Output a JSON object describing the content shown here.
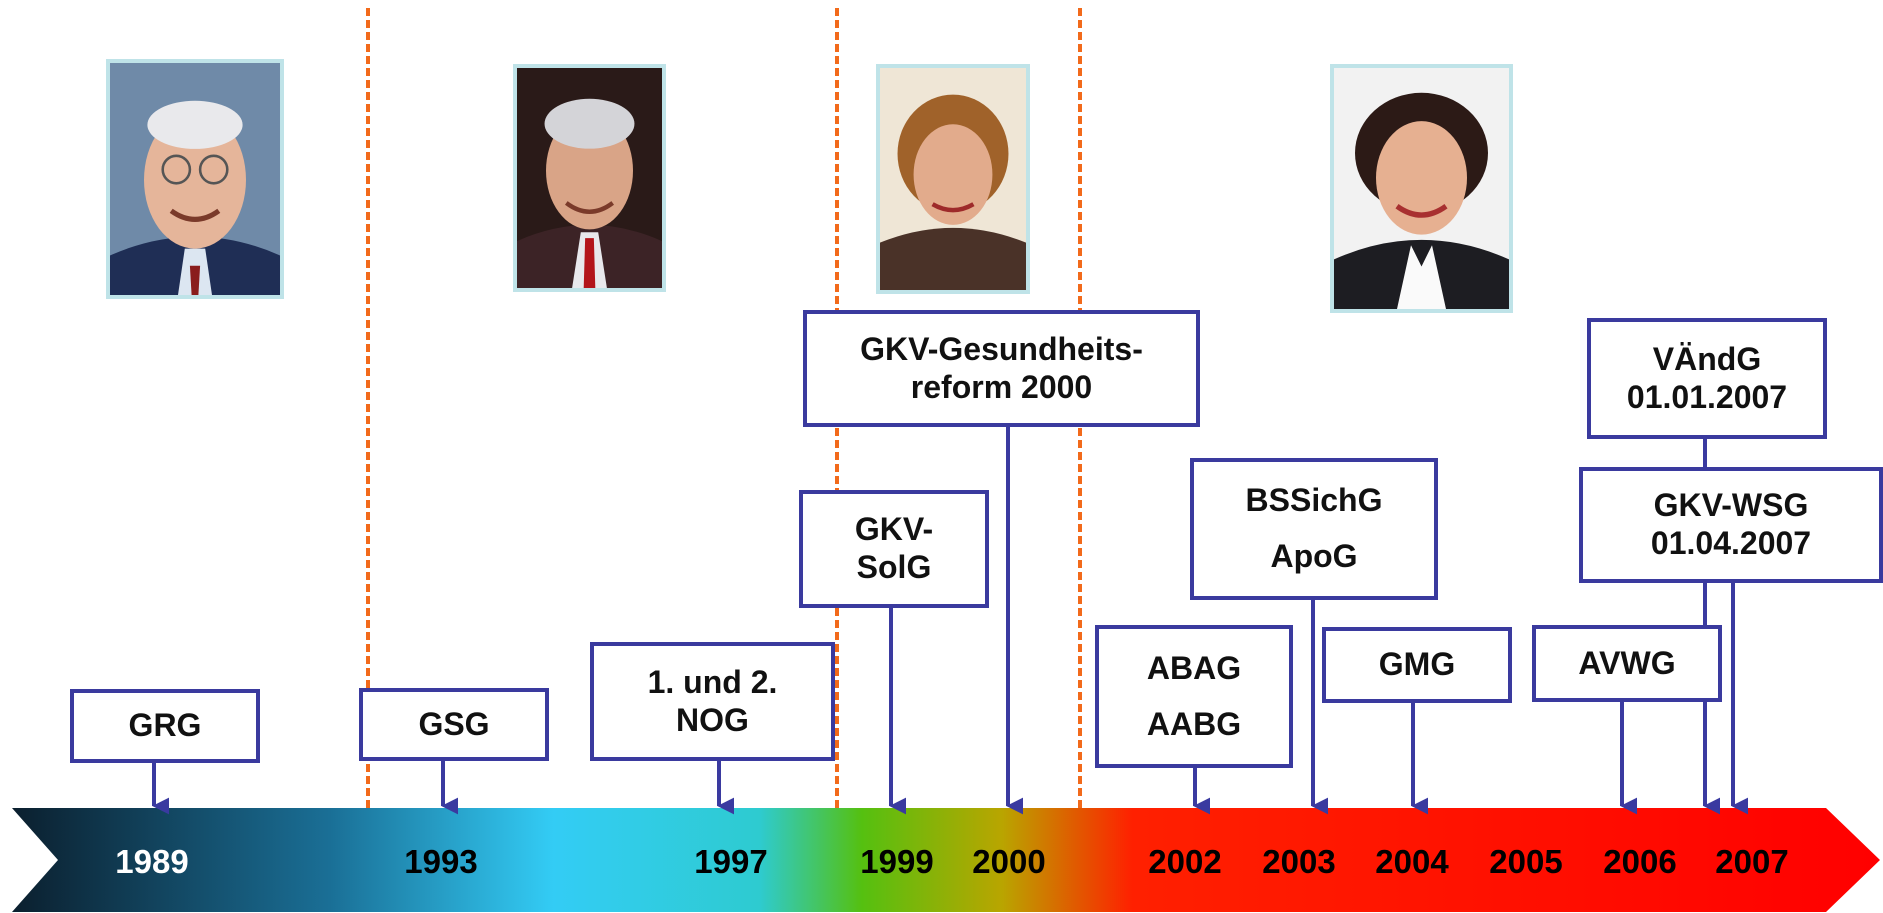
{
  "timeline": {
    "years": [
      "1989",
      "1993",
      "1997",
      "1999",
      "2000",
      "2002",
      "2003",
      "2004",
      "2005",
      "2006",
      "2007"
    ],
    "gradient_colors": [
      "#0b1f2e",
      "#1e90c8",
      "#33ccf5",
      "#3dd27f",
      "#55c010",
      "#d89a00",
      "#ff1a00",
      "#ff0000"
    ]
  },
  "laws": {
    "grg": "GRG",
    "gsg": "GSG",
    "nog_line1": "1. und 2.",
    "nog_line2": "NOG",
    "solg_line1": "GKV-",
    "solg_line2": "SolG",
    "reform_line1": "GKV-Gesundheits-",
    "reform_line2": "reform 2000",
    "abag": "ABAG",
    "aabg": "AABG",
    "bssichg": "BSSichG",
    "apog": "ApoG",
    "gmg": "GMG",
    "avwg": "AVWG",
    "vandg_line1": "VÄndG",
    "vandg_line2": "01.01.2007",
    "wsg_line1": "GKV-WSG",
    "wsg_line2": "01.04.2007"
  },
  "colors": {
    "box_border": "#3a3a9e",
    "arrow": "#3a3aa0",
    "divider": "#f26a1b",
    "photo_frame": "#bfe3e8"
  }
}
